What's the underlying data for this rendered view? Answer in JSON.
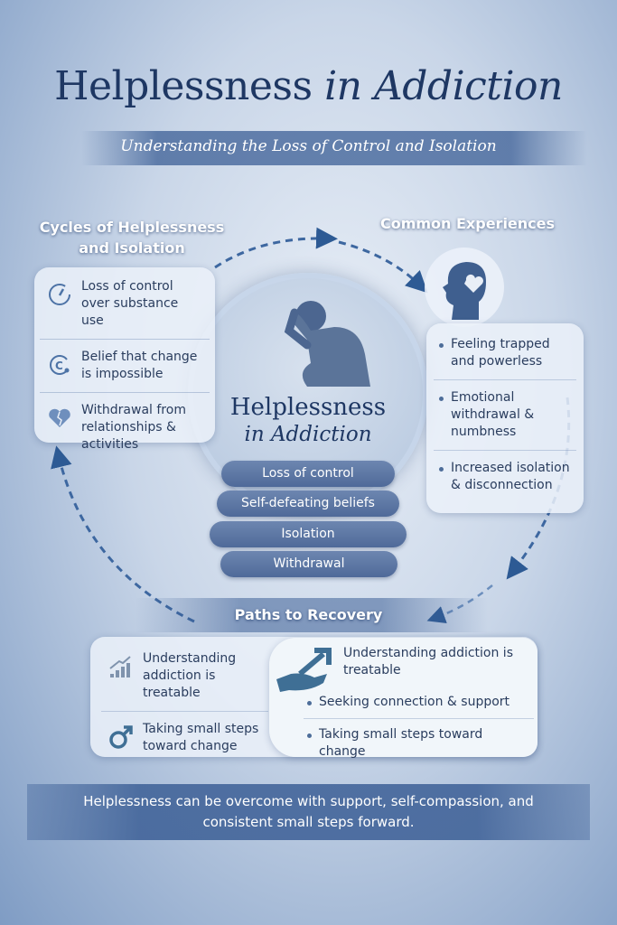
{
  "title": {
    "main": "Helplessness",
    "italic": "in Addiction"
  },
  "subtitle": "Understanding the Loss of Control and Isolation",
  "cycles": {
    "heading": "Cycles of Helplessness and Isolation",
    "items": [
      {
        "icon": "gauge-icon",
        "text": "Loss of control over substance use"
      },
      {
        "icon": "cycle-icon",
        "text": "Belief that change is impossible"
      },
      {
        "icon": "broken-heart-icon",
        "text": "Withdrawal from relationships & activities"
      }
    ]
  },
  "experiences": {
    "heading": "Common Experiences",
    "icon": "head-broken-heart-icon",
    "items": [
      "Feeling trapped and powerless",
      "Emotional withdrawal & numbness",
      "Increased isolation & disconnection"
    ]
  },
  "center": {
    "title": "Helplessness",
    "subtitle": "in Addiction",
    "pills": [
      "Loss of control",
      "Self-defeating beliefs",
      "Isolation",
      "Withdrawal"
    ]
  },
  "recovery": {
    "heading": "Paths to Recovery",
    "left": [
      {
        "icon": "growth-chart-icon",
        "text": "Understanding addiction is treatable"
      },
      {
        "icon": "arrow-up-right-icon",
        "text": "Taking small steps toward change"
      }
    ],
    "right": {
      "icon": "hand-arrow-icon",
      "title": "Understanding addiction is treatable",
      "bullets": [
        "Seeking connection & support",
        "Taking small steps toward change"
      ]
    }
  },
  "footer": "Helplessness can be overcome with support, self-compassion, and consistent small steps forward.",
  "colors": {
    "navy": "#1e3763",
    "accent": "#4d73a6"
  }
}
